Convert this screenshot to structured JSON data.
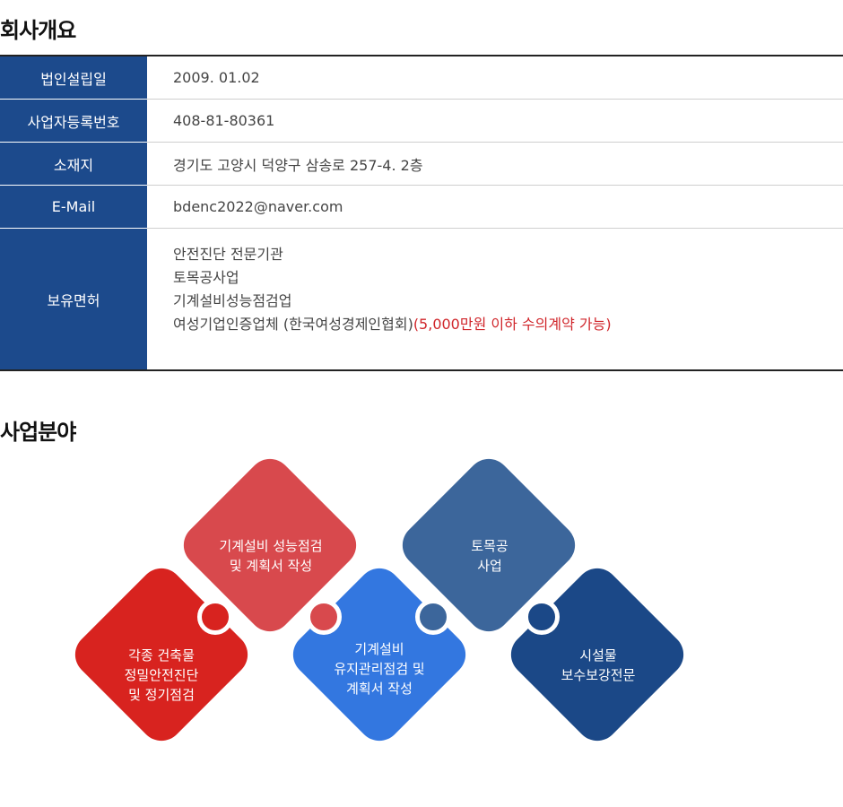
{
  "sections": {
    "overview_title": "회사개요",
    "business_title": "사업분야"
  },
  "company": {
    "rows": [
      {
        "label": "법인설립일",
        "value": "2009. 01.02"
      },
      {
        "label": "사업자등록번호",
        "value": "408-81-80361"
      },
      {
        "label": "소재지",
        "value": "경기도 고양시 덕양구 삼송로 257-4. 2층"
      },
      {
        "label": "E-Mail",
        "value": "bdenc2022@naver.com"
      }
    ],
    "license_label": "보유면허",
    "licenses": [
      "안전진단 전문기관",
      "토목공사업",
      "기계설비성능점검업"
    ],
    "license_last": "여성기업인증업체 (한국여성경제인협회)",
    "license_highlight": "(5,000만원 이하 수의계약 가능)"
  },
  "business": {
    "items": [
      {
        "label": "각종 건축물\n정밀안전진단\n및 정기점검",
        "color": "#d8231f"
      },
      {
        "label": "기계설비 성능점검\n및 계획서 작성",
        "color": "#d8494d"
      },
      {
        "label": "기계설비\n유지관리점검 및\n계획서 작성",
        "color": "#3377e0"
      },
      {
        "label": "토목공\n사업",
        "color": "#3c669b"
      },
      {
        "label": "시설물\n보수보강전문",
        "color": "#1b4887"
      }
    ]
  }
}
